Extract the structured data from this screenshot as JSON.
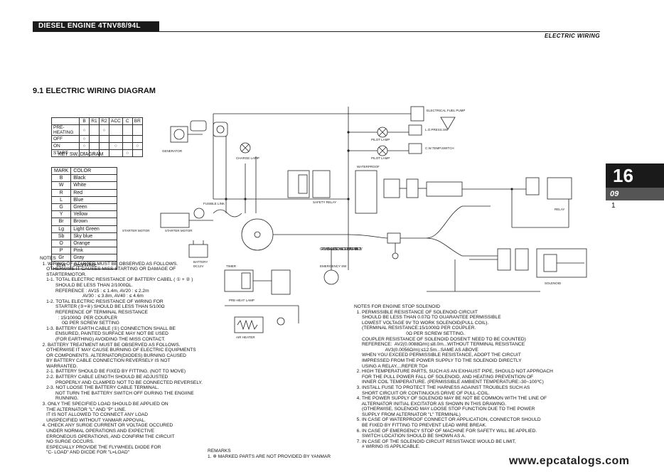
{
  "header": {
    "doc_title": "DIESEL ENGINE 4TNV88/94L",
    "section_label": "ELECTRIC WIRING",
    "chapter_number": "16",
    "chapter_sub": "09",
    "page_number": "1"
  },
  "title": "9.1 ELECTRIC WIRING DIAGRAM",
  "key_switch": {
    "columns": [
      "",
      "B",
      "R1",
      "R2",
      "ACC",
      "C",
      "BR"
    ],
    "rows": [
      {
        "label": "PRE-HEATING",
        "marks": [
          "○",
          "",
          "○",
          "",
          "",
          ""
        ]
      },
      {
        "label": "OFF",
        "marks": [
          "○",
          "",
          "",
          "",
          "",
          ""
        ]
      },
      {
        "label": "ON",
        "marks": [
          "○",
          "",
          "",
          "○",
          "",
          "○"
        ]
      },
      {
        "label": "START",
        "marks": [
          "○",
          "○",
          "",
          "",
          "○",
          ""
        ]
      }
    ],
    "caption": "KEY SW. DIAGRAM"
  },
  "color_table": {
    "header": [
      "MARK",
      "COLOR"
    ],
    "rows": [
      [
        "B",
        "Black"
      ],
      [
        "W",
        "White"
      ],
      [
        "R",
        "Red"
      ],
      [
        "L",
        "Blue"
      ],
      [
        "G",
        "Green"
      ],
      [
        "Y",
        "Yellow"
      ],
      [
        "Br",
        "Brown"
      ],
      [
        "Lg",
        "Light Green"
      ],
      [
        "Sb",
        "Sky blue"
      ],
      [
        "O",
        "Orange"
      ],
      [
        "P",
        "Pink"
      ],
      [
        "Gr",
        "Gray"
      ],
      [
        "R/W",
        "Red/White"
      ]
    ]
  },
  "diagram_labels": {
    "generator": "GENERATOR",
    "starter_motor_a": "STARTER MOTOR",
    "starter_motor_b": "STARTER MOTOR",
    "battery": "BATTERY",
    "battery_v": "DC12V",
    "charge_lamp": "CHARGE LAMP",
    "fusible_link": "FUSIBLE LINK",
    "pre_heat_lamp": "PRE-HEAT LAMP",
    "air_heater": "AIR HEATER",
    "timer": "TIMER",
    "relay": "RELAY",
    "solenoid": "SOLENOID",
    "ground_note": "GROUND SHOULD BE CONNECTED TO BATTERY DIRECTLY",
    "emergency_sw": "EMERGENCY SW",
    "fuel_pump": "ELECTRICAL FUEL PUMP",
    "oil_pressure": "L.O.PRESS.SW",
    "water_temp": "C.W.TEMP.SWITCH",
    "pilot_lamp_a": "PILOT LAMP",
    "pilot_lamp_b": "PILOT LAMP",
    "safety_relay": "SAFETY RELAY",
    "waterproof": "WATERPROOF"
  },
  "notes_left": "NOTES\n  1. WIRING OF STARTER MUST BE OBSERVED AS FOLLOWS.\n     OTHERWISE IT CAUSES MISS STARTING OR DAMAGE OF\n     STARTERMOTOR.\n     1-1. TOTAL ELECTRIC RESISTANCE OF BATTERY CABEL ( ① + ② )\n            SHOULD BE LESS THAN 2/1000ΩL.\n            REFERENCE : AV15 : ≤ 1.4m, AV20 : ≤ 2.2m\n                                 AV30 : ≤ 3.8m, AV40 : ≤ 4.6m\n     1-2. TOTAL ELECTRIC RESISTANCE OF WIRING FOR\n            STARTER (③+④) SHOULD BE LESS THAN 5/100Ω\n            REFERENCE OF TERMINAL RESISTANCE\n              : 15/1000Ω  PER COUPLER\n                 0Ω PER SCREW SETTING\n     1-3. BATTERY EARTH CABLE (①) CONNECTION SHALL BE\n            ENSURED, PAINTED SURFACE MAY NOT BE USED\n            (FOR EARTHING) AVOIDING THE MISS CONTACT.\n  2. BATTERY TREATMENT MUST BE OBSERVED AS FOLLOWS.\n     OTHERWISE IT MAY CAUSE BURNING OF ELECTRIC EQUIPMENTS\n     OR COMPONENTS. ALTERNATOR(DIODES) BURNING CAUSED\n     BY BATTERY CABLE CONNECTION REVERSELY IS NOT\n     WARRANTED.\n     2-1. BATTERY SHOULD BE FIXED BY FITTING. (NOT TO MOVE)\n     2-2. BATTERY CABLE LENGTH SHOULD BE ADJUSTED\n            PROPERLY AND CLAMPED NOT TO BE CONNECTED REVERSELY.\n     2-3. NOT LOOSE THE BATTERY CABLE TERMINAL.\n            NOT TURN THE BATTERY SWITCH OFF DURING THE ENGIINE\n            RUNNING.\n  3. ONLY THE SPECIFIED LOAD SHOULD BE APPLIED ON\n     THE ALTERNATOR \"L\" AND \"P\" LINE.\n     IT IS NOT ALLOWED TO CONNECT ANY LOAD\n     UNSPECIFIED WITHOUT YANMAR APPOVAL.\n  4. CHECK ANY SURGE CURRENT OR VOLTAGE OCCURED\n     UNDER NORMAL OPERATIONS AND EXPECTIVE\n     ERRONEOUS OPERATIONS, AND CONFIRM THE CIRCUIT\n     NO SURGE OCCURS.\n     ESPECIALLY PROVIDE THE FLYWHEEL DIODE FOR\n     \"C- LOAD\" AND DICDE FOR \"L=LOAD\"",
  "notes_right": "NOTES FOR ENGINE STOP SOLENOID\n  1. PERMISSIBLE RESISTANCE OF SOLENOID CIRCUIT\n      SHOULD BE LESS THAN 0.07Ω TO GUARANTEE PERMISSIBLE\n      LOWEST VOLTAGE 9V TO WORK SOLENOID(PULL COIL).\n      (TERMINAL RESISTANCE:15/1000Ω PER COUPLER.\n                                        0Ω PER SCREW SETTING.\n      COUPLER RESISTANCE OF SOLENOID DOSEN'T NEED TO BE COUNTED)\n      REFERENCE:  AV2(0.0088Ω/m):≤8.0m...WITHOUT TERMINAL RESISTANCE\n                        AV3(0.0056Ω/m):≤12.5m...SAME AS ABOVE\n      WHEN YOU EXCEED PERMISSIBLE RESISTANCE, ADOPT THE CIRCUIT\n      IMPRESSED FROM THE POWER SUPPLY TO THE SOLENOID DIRECTLY\n      USING A RELAY....REFER TO#\n  2. HIGH TEMPERATURE PARTS, SUCH AS AN EXHAUST PIPE, SHOULD NOT APPROACH\n      FOR THE PULL POWER FALL OF SOLENOID, AND HEATING PREVENTION OF\n      INNER COIL TEMPERATURE. (PERMISSIBLE AMBIENT TEMPERATURE:-30~100℃)\n  3. INSTALL FUSE TO PROTECT THE HARNESS AGAINST TROUBLES SUCH AS\n      SHORT CIRCUIT OR CONTINUOUS DRIVE OF PULL-COIL.\n  4. THE POWER SUPPLY OF SOLENOID MAY BE NOT BE COMMON WITH THE LINE OF\n      ALTERNATOR INITIAL EXCITATOR AS SHOWN IN THIS DRAWING.\n      (OTHERWISE, SOLENOID MAY LOOSE STOP FUNCTION DUE TO THE POWER\n      SUPPLY FROM ALTERNATOR \"L\" TERMINAL)\n  5. IN CASE OF WATERPROOF CONNECT OR APPLICATION, CONNECTOR SHOULD\n      BE FIXED BY FITTING TO PREVENT LEAD WIRE BREAK.\n  6. IN CASE OF EMERGENCY STOP OF MACHINE FOR SAFETY WILL BE APPLIED.\n      SWITCH LOCATION SHOULD BE SHOWN AS A.\n  7. IN CASE OF THE SOLENOID CIRCUIT RESISTANCE WOULD BE LIMIT,\n      # WIRING IS APPLICABLE.",
  "remarks": "REMARKS\n1. ✲ MARKED PARTS ARE NOT PROVIDED BY YANMAR",
  "watermark": "www.epcatalogs.com"
}
